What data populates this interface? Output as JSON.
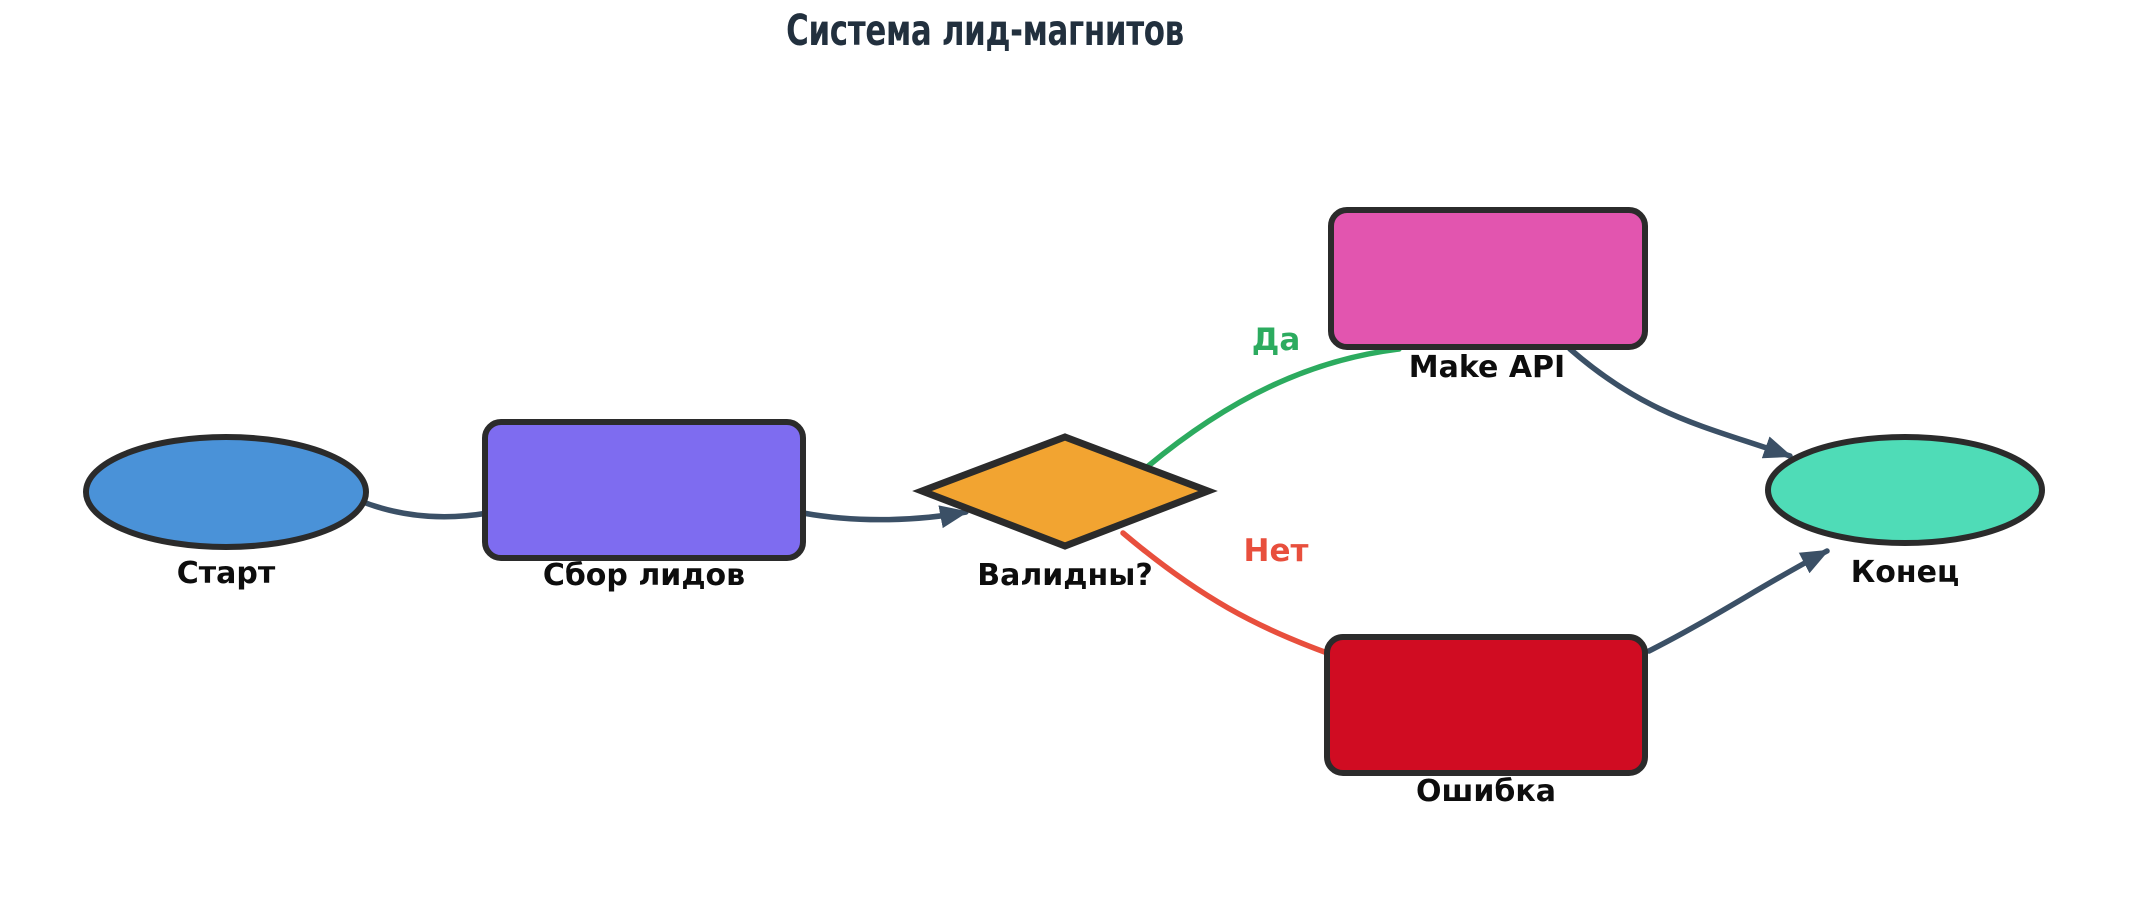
{
  "title": {
    "text": "Система лид-магнитов",
    "color": "#22303e"
  },
  "diagram": {
    "nodes": {
      "start": {
        "label": "Старт",
        "shape": "ellipse",
        "fill": "#4a92d8"
      },
      "collect": {
        "label": "Сбор лидов",
        "shape": "rect",
        "fill": "#7e6cf0"
      },
      "valid": {
        "label": "Валидны?",
        "shape": "diamond",
        "fill": "#f2a431"
      },
      "make_api": {
        "label": "Make API",
        "shape": "rect",
        "fill": "#e255af"
      },
      "error": {
        "label": "Ошибка",
        "shape": "rect",
        "fill": "#d00c22"
      },
      "end": {
        "label": "Конец",
        "shape": "ellipse",
        "fill": "#4fdcb7"
      }
    },
    "edges": {
      "flow_color": "#3b5066",
      "start_to_collect": {
        "from": "Старт",
        "to": "Сбор лидов"
      },
      "collect_to_valid": {
        "from": "Сбор лидов",
        "to": "Валидны?"
      },
      "yes": {
        "from": "Валидны?",
        "to": "Make API",
        "label": "Да",
        "color": "#2cab5f"
      },
      "no": {
        "from": "Валидны?",
        "to": "Ошибка",
        "label": "Нет",
        "color": "#e84f3d"
      },
      "makeapi_to_end": {
        "from": "Make API",
        "to": "Конец"
      },
      "error_to_end": {
        "from": "Ошибка",
        "to": "Конец"
      }
    },
    "style": {
      "node_border": "#2b2b2b",
      "label_color": "#0d0d0d",
      "background": "#ffffff"
    }
  }
}
